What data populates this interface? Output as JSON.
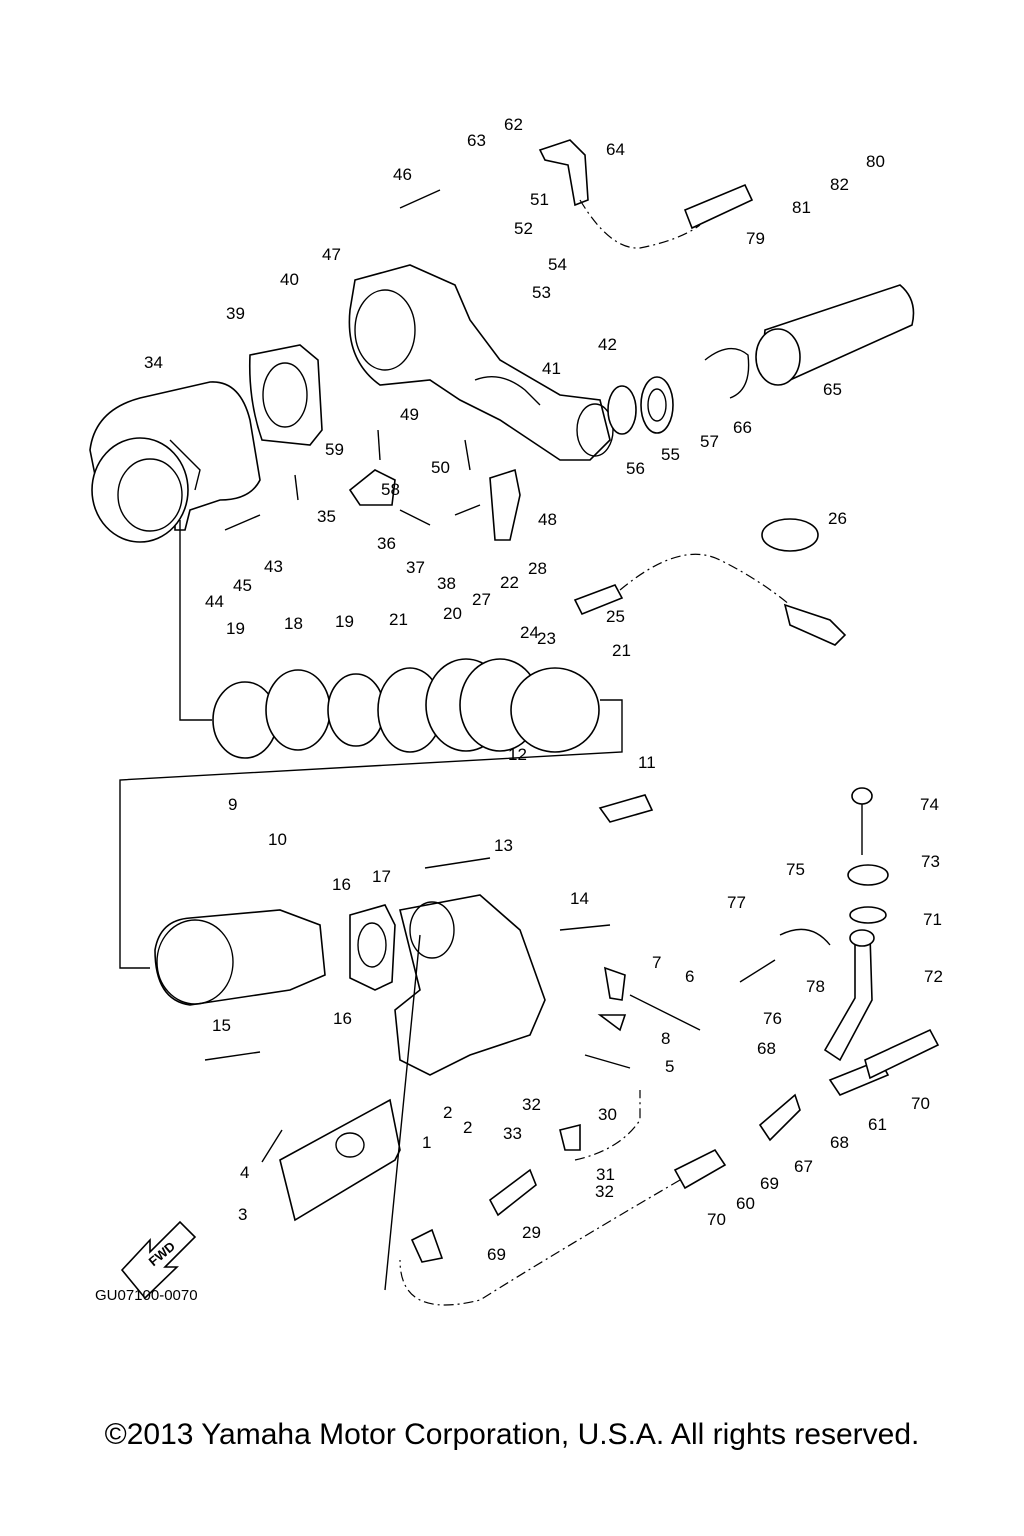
{
  "diagram": {
    "code": "GU07100-0070",
    "fwd_label": "FWD",
    "copyright": "©2013 Yamaha Motor Corporation, U.S.A. All rights reserved.",
    "callouts": [
      "1",
      "2",
      "2",
      "3",
      "4",
      "5",
      "6",
      "7",
      "8",
      "9",
      "10",
      "11",
      "12",
      "13",
      "14",
      "15",
      "16",
      "16",
      "17",
      "18",
      "19",
      "19",
      "20",
      "21",
      "21",
      "22",
      "23",
      "24",
      "25",
      "26",
      "27",
      "28",
      "29",
      "30",
      "31",
      "32",
      "32",
      "33",
      "34",
      "35",
      "36",
      "37",
      "38",
      "39",
      "40",
      "41",
      "42",
      "43",
      "44",
      "45",
      "46",
      "47",
      "48",
      "49",
      "50",
      "51",
      "52",
      "53",
      "54",
      "55",
      "56",
      "57",
      "58",
      "59",
      "60",
      "61",
      "62",
      "63",
      "64",
      "65",
      "66",
      "67",
      "68",
      "68",
      "69",
      "69",
      "70",
      "70",
      "71",
      "72",
      "73",
      "74",
      "75",
      "76",
      "77",
      "78",
      "79",
      "80",
      "81",
      "82"
    ]
  }
}
